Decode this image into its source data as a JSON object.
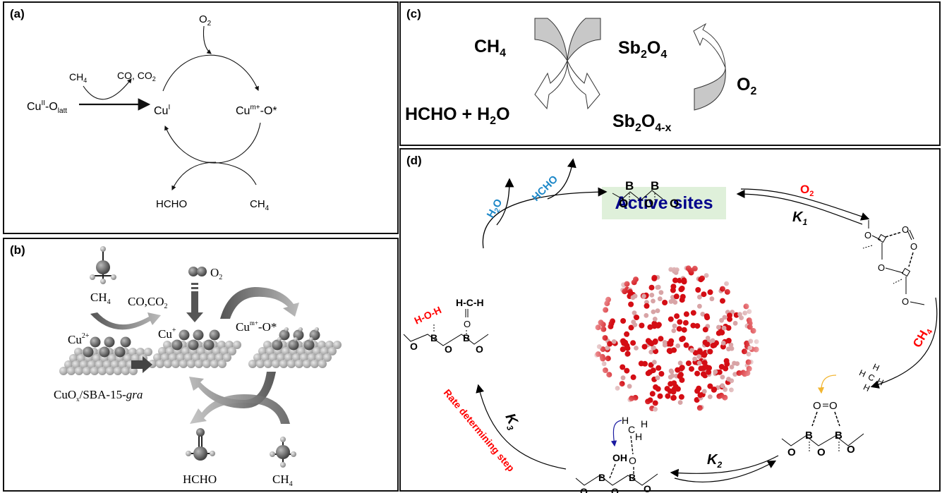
{
  "figure": {
    "panels": [
      {
        "id": "a",
        "label": "(a)"
      },
      {
        "id": "b",
        "label": "(b)"
      },
      {
        "id": "c",
        "label": "(c)"
      },
      {
        "id": "d",
        "label": "(d)"
      }
    ]
  },
  "panel_a": {
    "label": "(a)",
    "start_species": {
      "base": "Cu",
      "sup": "II",
      "mid": "-O",
      "sub": "latt"
    },
    "reactant_top": {
      "base": "CH",
      "sub": "4"
    },
    "product_top": {
      "base": "CO, CO",
      "sub": "2"
    },
    "intermediate_1": {
      "base": "Cu",
      "sup": "I"
    },
    "oxygen": {
      "base": "O",
      "sub": "2"
    },
    "intermediate_2": {
      "base": "Cu",
      "sup": "m+",
      "rest": "-O*"
    },
    "product_bottom": "HCHO",
    "reactant_bottom": {
      "base": "CH",
      "sub": "4"
    }
  },
  "panel_b": {
    "label": "(b)",
    "ch4_top": {
      "base": "CH",
      "sub": "4"
    },
    "co_co2": {
      "base": "CO,CO",
      "sub": "2"
    },
    "o2": {
      "base": "O",
      "sub": "2"
    },
    "cu2": {
      "base": "Cu",
      "sup": "2+"
    },
    "cu1": {
      "base": "Cu",
      "sup": "+"
    },
    "cum": {
      "base": "Cu",
      "sup": "m+",
      "rest": "-O*"
    },
    "catalyst": {
      "base": "CuO",
      "sub": "x",
      "rest": "/SBA-15-",
      "italic": "gra"
    },
    "hcho": "HCHO",
    "ch4_bottom": {
      "base": "CH",
      "sub": "4"
    }
  },
  "panel_c": {
    "label": "(c)",
    "ch4": {
      "base": "CH",
      "sub": "4"
    },
    "products": {
      "a": "HCHO + H",
      "sub": "2",
      "b": "O"
    },
    "sb2o4": {
      "a": "Sb",
      "sub1": "2",
      "b": "O",
      "sub2": "4"
    },
    "sb2o4x": {
      "a": "Sb",
      "sub1": "2",
      "b": "O",
      "sub2": "4-x"
    },
    "o2": {
      "base": "O",
      "sub": "2"
    }
  },
  "panel_d": {
    "label": "(d)",
    "active_sites": "Active sites",
    "h2o_label": {
      "base": "H",
      "sub": "2",
      "rest": "O"
    },
    "hcho_label": "HCHO",
    "o2_label": {
      "base": "O",
      "sub": "2"
    },
    "ch4_label": {
      "base": "CH",
      "sub": "4"
    },
    "k1": {
      "base": "K",
      "sub": "1"
    },
    "k2": {
      "base": "K",
      "sub": "2"
    },
    "k3": {
      "base": "K",
      "sub": "3"
    },
    "rate_step": "Rate determining step",
    "hoh": "H-O-H",
    "hch": "H-C-H",
    "oh": "OH",
    "atom_b": "B",
    "atom_o": "O",
    "atom_h": "H",
    "atom_c": "C",
    "colors": {
      "red": "#ff0000",
      "blue": "#1e88c8",
      "navy": "#00008b",
      "yellow": "#f2b632",
      "dark_blue": "#1a1aa0",
      "active_bg": "#dff0da"
    }
  }
}
